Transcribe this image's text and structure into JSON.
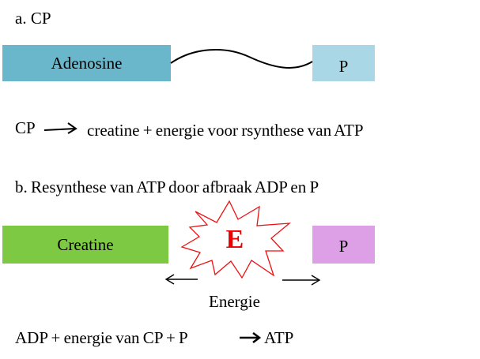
{
  "section_a": {
    "heading": "a. CP",
    "adenosine_label": "Adenosine",
    "phosphate_label": "P",
    "reaction_left": "CP",
    "reaction_right": "creatine + energie  voor rsynthese van  ATP"
  },
  "section_b": {
    "heading": "b. Resynthese van  ATP door  afbraak ADP en P",
    "creatine_label": "Creatine",
    "energy_symbol": "E",
    "phosphate_label": "P",
    "energy_label": "Energie",
    "equation_left": "ADP  + energie van CP  + P",
    "equation_right": "ATP"
  },
  "colors": {
    "adenosine_fill": "#6ab7cc",
    "phosphate_a_fill": "#a9d7e6",
    "creatine_fill": "#7dc943",
    "phosphate_b_fill": "#dda0e6",
    "energy_symbol_color": "#ee0000"
  }
}
